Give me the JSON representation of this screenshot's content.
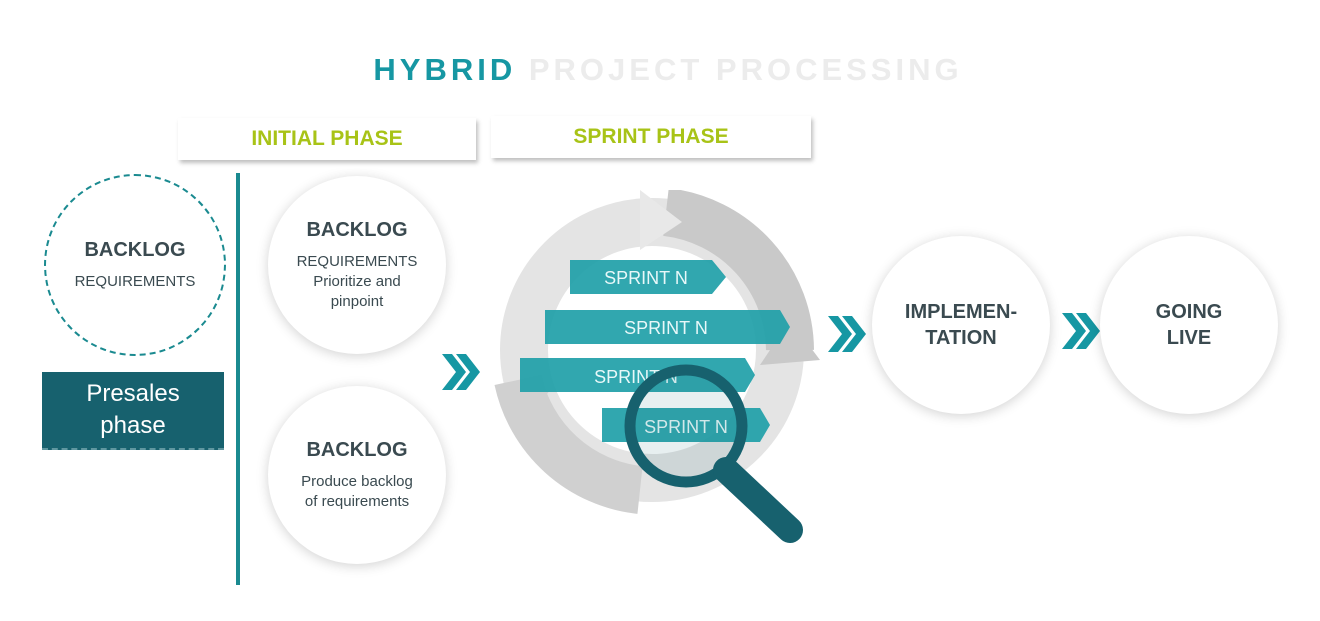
{
  "title": {
    "part1": "HYBRID",
    "part2": "PROJECT PROCESSING"
  },
  "phases": {
    "initial": "INITIAL PHASE",
    "sprint": "SPRINT PHASE"
  },
  "presales_circle": {
    "heading": "BACKLOG",
    "body": "REQUIREMENTS"
  },
  "presales_box": {
    "line1": "Presales",
    "line2": "phase"
  },
  "initial_top": {
    "heading": "BACKLOG",
    "line1": "REQUIREMENTS",
    "line2": "Prioritize and",
    "line3": "pinpoint"
  },
  "initial_bottom": {
    "heading": "BACKLOG",
    "line1": "Produce backlog",
    "line2": "of requirements"
  },
  "sprints": [
    "SPRINT N",
    "SPRINT N",
    "SPRINT N",
    "SPRINT N"
  ],
  "implementation": {
    "line1": "IMPLEMEN-",
    "line2": "TATION"
  },
  "going_live": {
    "line1": "GOING",
    "line2": "LIVE"
  },
  "colors": {
    "teal": "#1697a3",
    "dark_teal": "#17616e",
    "lime": "#a8c317",
    "grey": "#d6d6d6",
    "text": "#3a4a50"
  },
  "icons": [
    "chevron-double-right-icon",
    "magnifier-icon",
    "cycle-arrows-icon"
  ]
}
